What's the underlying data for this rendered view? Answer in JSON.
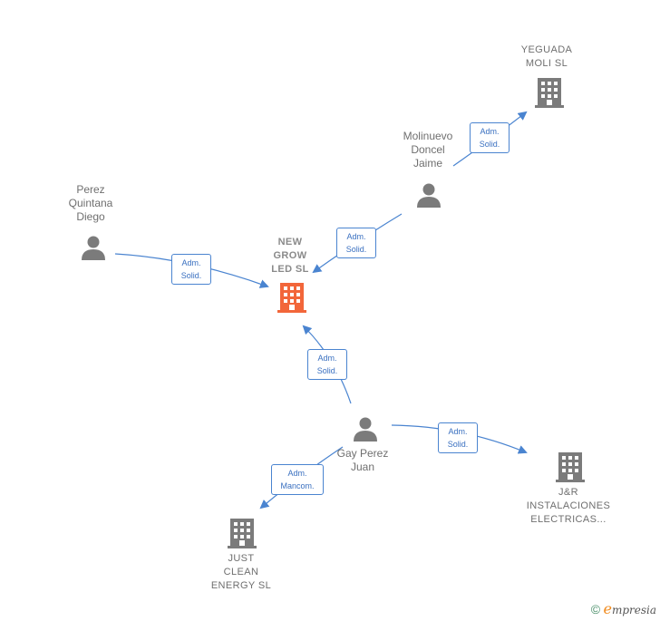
{
  "nodes": {
    "new_grow_led": {
      "label": "NEW\nGROW\nLED  SL"
    },
    "yeguada_moli": {
      "label": "YEGUADA\nMOLI  SL"
    },
    "molinuevo": {
      "label": "Molinuevo\nDoncel\nJaime"
    },
    "perez_quintana": {
      "label": "Perez\nQuintana\nDiego"
    },
    "gay_perez": {
      "label": "Gay Perez\nJuan"
    },
    "jr_instalaciones": {
      "label": "J&R\nINSTALACIONES\nELECTRICAS..."
    },
    "just_clean": {
      "label": "JUST\nCLEAN\nENERGY  SL"
    }
  },
  "edges": {
    "molinuevo_to_yeguada": {
      "label": "Adm.\nSolid."
    },
    "molinuevo_to_newgrow": {
      "label": "Adm.\nSolid."
    },
    "perez_to_newgrow": {
      "label": "Adm.\nSolid."
    },
    "gay_to_newgrow": {
      "label": "Adm.\nSolid."
    },
    "gay_to_jr": {
      "label": "Adm.\nSolid."
    },
    "gay_to_justclean": {
      "label": "Adm.\nMancom."
    }
  },
  "footer": {
    "copyright": "©",
    "brand_e": "e",
    "brand_rest": "mpresia"
  },
  "colors": {
    "edge": "#4a84d0",
    "node": "#7b7b7b",
    "center": "#f2663a"
  }
}
